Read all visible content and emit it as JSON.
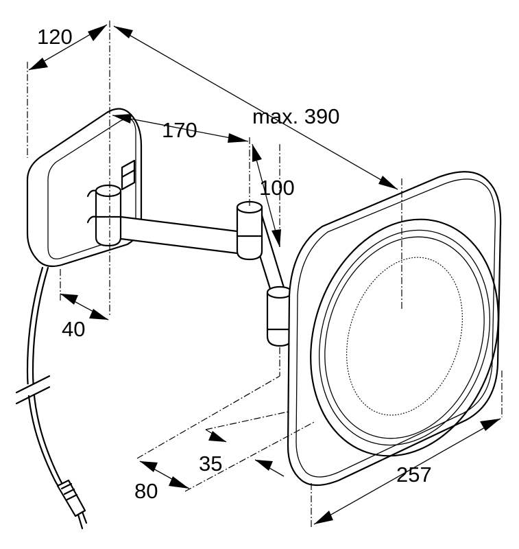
{
  "dimensions": {
    "d120": "120",
    "d170": "170",
    "max390": "max. 390",
    "d100": "100",
    "d40": "40",
    "d35": "35",
    "d80": "80",
    "d257": "257"
  }
}
